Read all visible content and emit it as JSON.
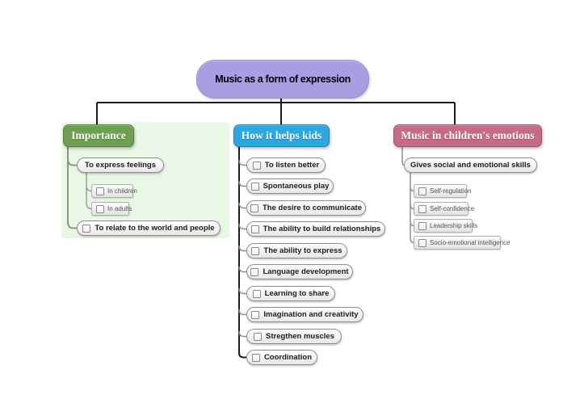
{
  "root": {
    "label": "Music as a form of expression",
    "color": "#a99ee2"
  },
  "line_color": "#1b1b1b",
  "branches": [
    {
      "label": "Importance",
      "color": "#6fa050",
      "panel_color": "#e9f7e6",
      "children": [
        {
          "label": "To express feelings",
          "checkbox": false,
          "children": [
            {
              "label": "In children",
              "checkbox": true
            },
            {
              "label": "In adults",
              "checkbox": true
            }
          ]
        },
        {
          "label": "To relate to the world and people",
          "checkbox": true
        }
      ]
    },
    {
      "label": "How it helps kids",
      "color": "#2da7e0",
      "children": [
        {
          "label": "To listen better",
          "checkbox": true
        },
        {
          "label": "Spontaneous play",
          "checkbox": true
        },
        {
          "label": "The desire to communicate",
          "checkbox": true
        },
        {
          "label": "The ability to build relationships",
          "checkbox": true
        },
        {
          "label": "The ability to express",
          "checkbox": true
        },
        {
          "label": "Language development",
          "checkbox": true
        },
        {
          "label": "Learning to share",
          "checkbox": true
        },
        {
          "label": "Imagination and creativity",
          "checkbox": true
        },
        {
          "label": "Stregthen muscles",
          "checkbox": true
        },
        {
          "label": "Coordination",
          "checkbox": true
        }
      ]
    },
    {
      "label": "Music in children's emotions",
      "color": "#c56b85",
      "children": [
        {
          "label": "Gives social and emotional skills",
          "checkbox": false,
          "children": [
            {
              "label": "Self-regulation",
              "checkbox": true
            },
            {
              "label": "Self-confidence",
              "checkbox": true
            },
            {
              "label": "Leadership skills",
              "checkbox": true
            },
            {
              "label": "Socio-emotional intelligence",
              "checkbox": true
            }
          ]
        }
      ]
    }
  ]
}
